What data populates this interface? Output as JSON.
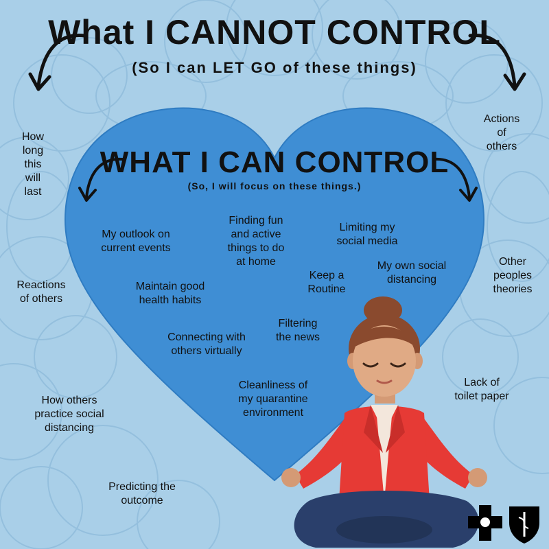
{
  "header": {
    "title": "What I CANNOT CONTROL",
    "subtitle": "(So I can LET GO of these things)"
  },
  "heart": {
    "title": "WHAT I CAN CONTROL",
    "subtitle": "(So, I will focus on these things.)",
    "items": [
      "My outlook on\ncurrent events",
      "Finding fun\nand active\nthings to do\nat home",
      "Limiting my\nsocial media",
      "Keep a\nRoutine",
      "My own social\ndistancing",
      "Maintain good\nhealth habits",
      "Filtering\nthe news",
      "Connecting with\nothers virtually",
      "Cleanliness of\nmy quarantine\nenvironment"
    ]
  },
  "outside": {
    "items": [
      "How\nlong\nthis\nwill\nlast",
      "Actions\nof\nothers",
      "Reactions\nof others",
      "Other\npeoples\ntheories",
      "Lack of\ntoilet paper",
      "How others\npractice social\ndistancing",
      "Predicting the\noutcome"
    ]
  },
  "colors": {
    "background": "#a9cfe8",
    "heart": "#3f8ed4",
    "jacket": "#e63a35",
    "pants": "#2a3f6b"
  },
  "icons": [
    "arrow-left-icon",
    "arrow-right-icon",
    "blue-cross-logo-icon",
    "blue-shield-logo-icon"
  ]
}
